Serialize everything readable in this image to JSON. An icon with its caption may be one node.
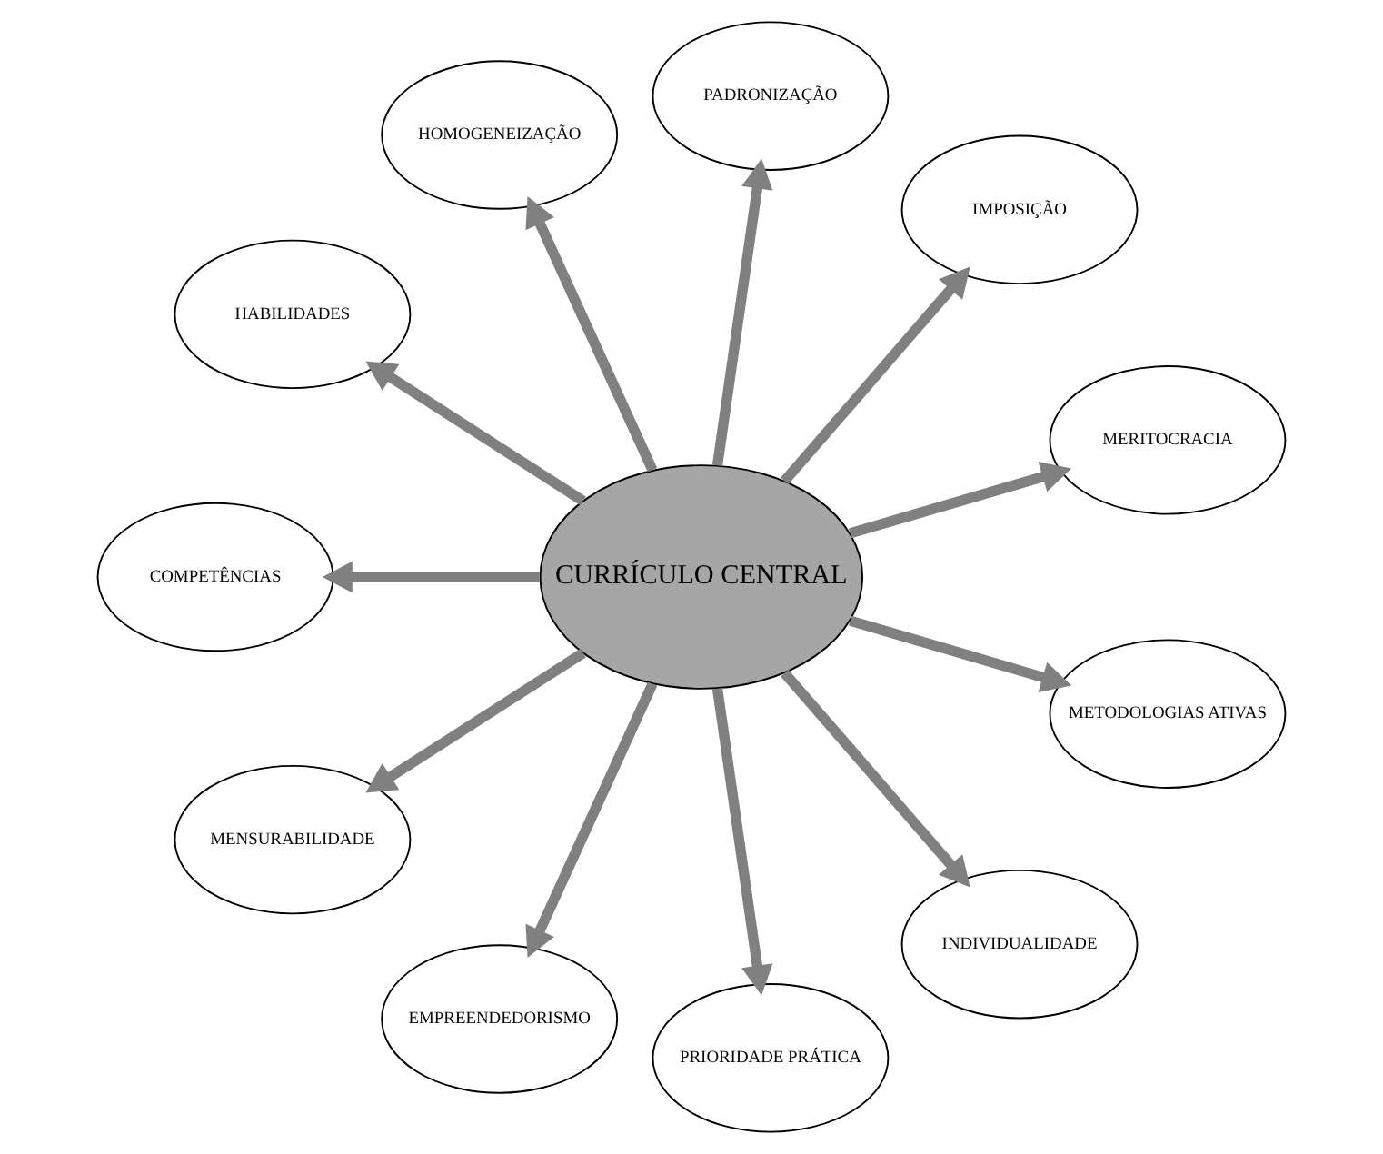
{
  "diagram": {
    "nodes": [
      {
        "text": [
          "CURRÍCULO CENTRAL"
        ]
      },
      {
        "text": [
          "MERITOCRACIA"
        ]
      },
      {
        "text": [
          "IMPOSIÇÃO"
        ]
      },
      {
        "text": [
          "PADRONIZAÇÃO"
        ]
      },
      {
        "text": [
          "HOMOGENEIZAÇÃO"
        ]
      },
      {
        "text": [
          "HABILIDADES"
        ]
      },
      {
        "text": [
          "COMPETÊNCIAS"
        ]
      },
      {
        "text": [
          "MENSURABILIDADE"
        ]
      },
      {
        "text": [
          "EMPREENDEDORISMO"
        ]
      },
      {
        "text": [
          "PRIORIDADE PRÁTICA"
        ]
      },
      {
        "text": [
          "INDIVIDUALIDADE"
        ]
      },
      {
        "text": [
          "METODOLOGIAS ATIVAS"
        ]
      }
    ],
    "edges": [
      {
        "from": 0,
        "to": 1,
        "arrow": "to"
      },
      {
        "from": 0,
        "to": 2,
        "arrow": "to"
      },
      {
        "from": 0,
        "to": 3,
        "arrow": "to"
      },
      {
        "from": 0,
        "to": 4,
        "arrow": "to"
      },
      {
        "from": 0,
        "to": 5,
        "arrow": "to"
      },
      {
        "from": 0,
        "to": 6,
        "arrow": "to"
      },
      {
        "from": 0,
        "to": 7,
        "arrow": "to"
      },
      {
        "from": 0,
        "to": 8,
        "arrow": "to"
      },
      {
        "from": 0,
        "to": 9,
        "arrow": "to"
      },
      {
        "from": 0,
        "to": 10,
        "arrow": "to"
      },
      {
        "from": 0,
        "to": 11,
        "arrow": "to"
      }
    ]
  }
}
